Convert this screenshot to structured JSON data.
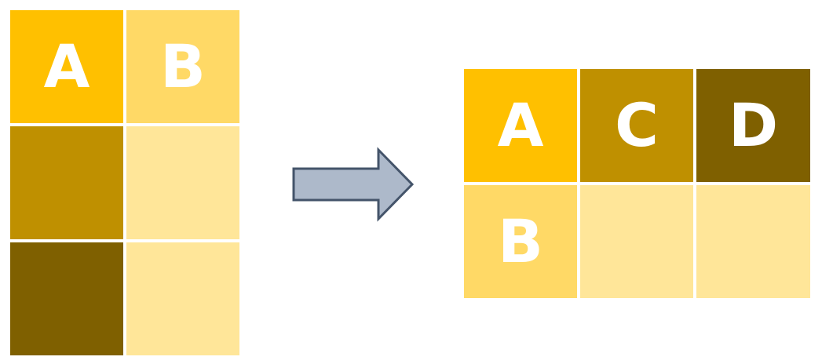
{
  "colors": {
    "a": "#FFC000",
    "b": "#FFD966",
    "c": "#BF9000",
    "d": "#7F6000",
    "light": "#FFE699",
    "arrow_fill": "#ADB9CA",
    "arrow_stroke": "#44546A"
  },
  "left_table": {
    "cells": [
      {
        "label": "A",
        "color": "a"
      },
      {
        "label": "B",
        "color": "b"
      },
      {
        "label": "",
        "color": "c"
      },
      {
        "label": "",
        "color": "light"
      },
      {
        "label": "",
        "color": "d"
      },
      {
        "label": "",
        "color": "light"
      }
    ]
  },
  "arrow": {
    "icon": "right-arrow-icon"
  },
  "right_table": {
    "cells": [
      {
        "label": "A",
        "color": "a"
      },
      {
        "label": "C",
        "color": "c"
      },
      {
        "label": "D",
        "color": "d"
      },
      {
        "label": "B",
        "color": "b"
      },
      {
        "label": "",
        "color": "light"
      },
      {
        "label": "",
        "color": "light"
      }
    ]
  }
}
